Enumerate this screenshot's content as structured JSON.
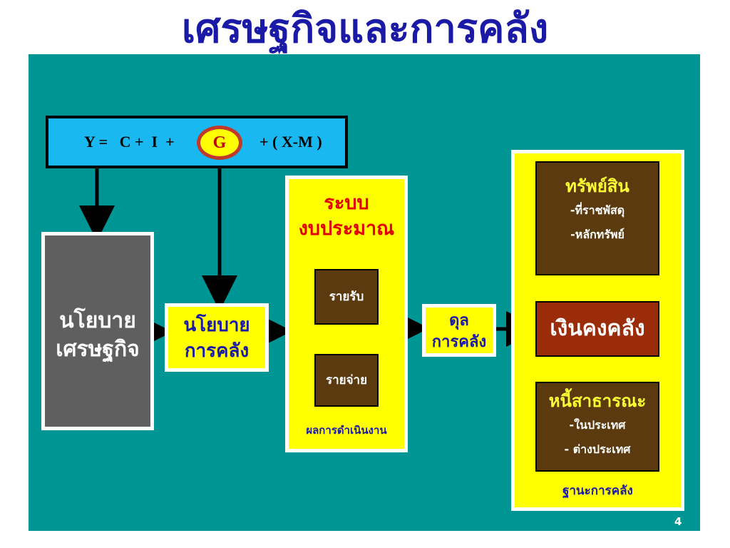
{
  "title": "เศรษฐกิจและการคลัง",
  "equation": {
    "left": "Y =   C +  I  +",
    "g": "G",
    "right": "+ ( X-M )"
  },
  "economic_policy": {
    "line1": "นโยบาย",
    "line2": "เศรษฐกิจ"
  },
  "fiscal_policy": {
    "line1": "นโยบาย",
    "line2": "การคลัง"
  },
  "budget": {
    "title_line1": "ระบบ",
    "title_line2": "งบประมาณ",
    "income": "รายรับ",
    "expense": "รายจ่าย",
    "footer": "ผลการดำเนินงาน"
  },
  "balance": {
    "line1": "ดุล",
    "line2": "การคลัง"
  },
  "treasury": {
    "assets_title": "ทรัพย์สิน",
    "assets_item1": "-ที่ราชพัสดุ",
    "assets_item2": "-หลักทรัพย์",
    "cash": "เงินคงคลัง",
    "debt_title": "หนี้สาธารณะ",
    "debt_item1": "-ในประเทศ",
    "debt_item2": "- ต่างประเทศ",
    "footer": "ฐานะการคลัง"
  },
  "page_number": "4",
  "colors": {
    "title": "#1a1aa6",
    "panel": "#009595",
    "equation_box": "#1ab8f0",
    "yellow": "#ffff00",
    "brown": "#5a3a0e",
    "cash": "#9b2c0a",
    "economic_policy": "#5f5f5f",
    "budget_title": "#e00000"
  }
}
